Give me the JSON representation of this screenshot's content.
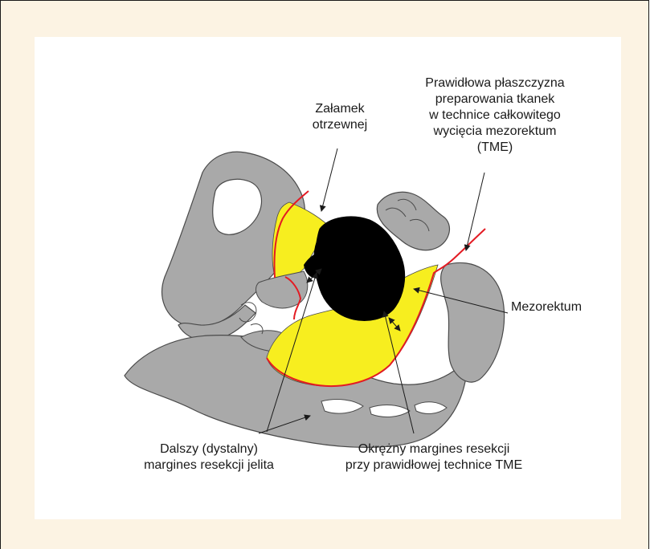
{
  "labels": {
    "peritoneal_reflection": [
      "Załamek",
      "otrzewnej"
    ],
    "tme_plane": [
      "Prawidłowa płaszczyzna",
      "preparowania tkanek",
      "w technice całkowitego",
      "wycięcia mezorektum",
      "(TME)"
    ],
    "mesorectum": "Mezorektum",
    "distal_margin": [
      "Dalszy (dystalny)",
      "margines resekcji jelita"
    ],
    "circumferential_margin": [
      "Okrężny margines resekcji",
      "przy prawidłowej technice TME"
    ]
  },
  "colors": {
    "frame_background": "#fcf3e3",
    "panel_background": "#ffffff",
    "bone_tissue": "#a9a9a9",
    "mesorectum": "#f7ee1f",
    "tme_line": "#e31b23",
    "tumor": "#000000",
    "outline": "#4a4a4a"
  }
}
